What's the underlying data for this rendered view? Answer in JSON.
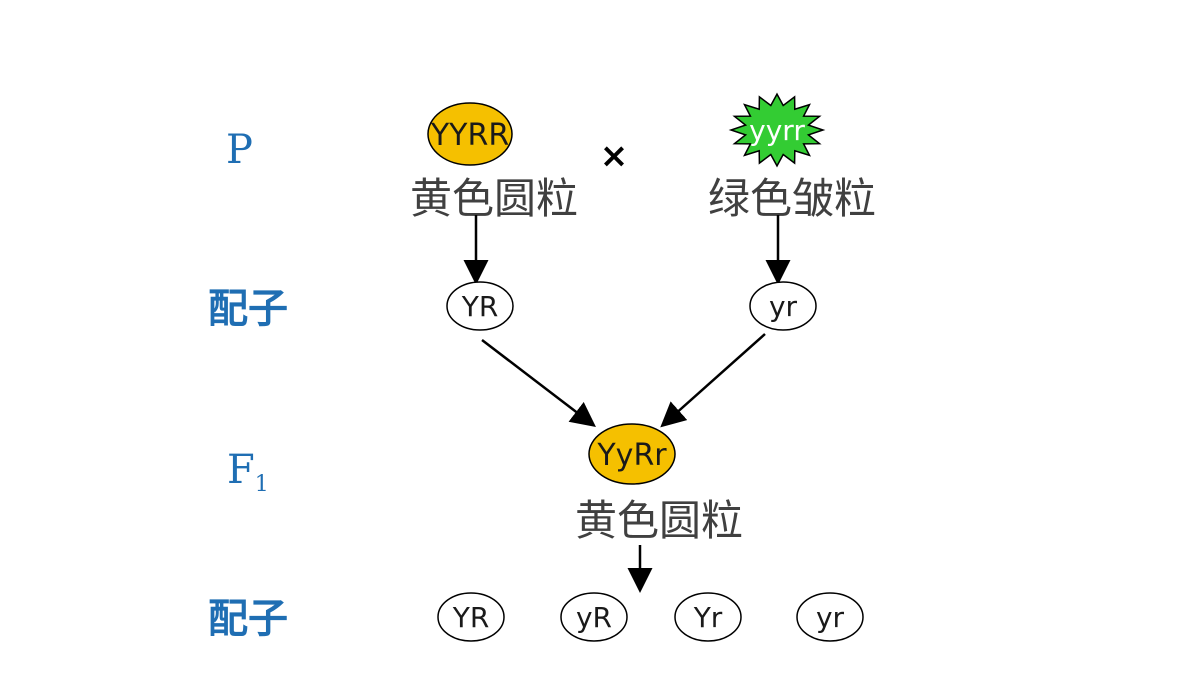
{
  "row_labels": {
    "parent": "P",
    "gamete_1": "配子",
    "f1_letter": "F",
    "f1_subscript": "1",
    "gamete_2": "配子"
  },
  "cross_symbol": "×",
  "parents": {
    "left": {
      "genotype": "YYRR",
      "phenotype": "黄色圆粒",
      "color": "#f5c000",
      "shape": "ellipse"
    },
    "right": {
      "genotype": "yyrr",
      "phenotype": "绿色皱粒",
      "color": "#33cc33",
      "shape": "star-burst"
    }
  },
  "parent_gametes": [
    "YR",
    "yr"
  ],
  "f1": {
    "genotype": "YyRr",
    "phenotype": "黄色圆粒",
    "color": "#f5c000"
  },
  "f1_gametes": [
    "YR",
    "yR",
    "Yr",
    "yr"
  ],
  "colors": {
    "label_blue": "#1f6eb3",
    "text_gray": "#404040",
    "arrow": "#000000"
  }
}
